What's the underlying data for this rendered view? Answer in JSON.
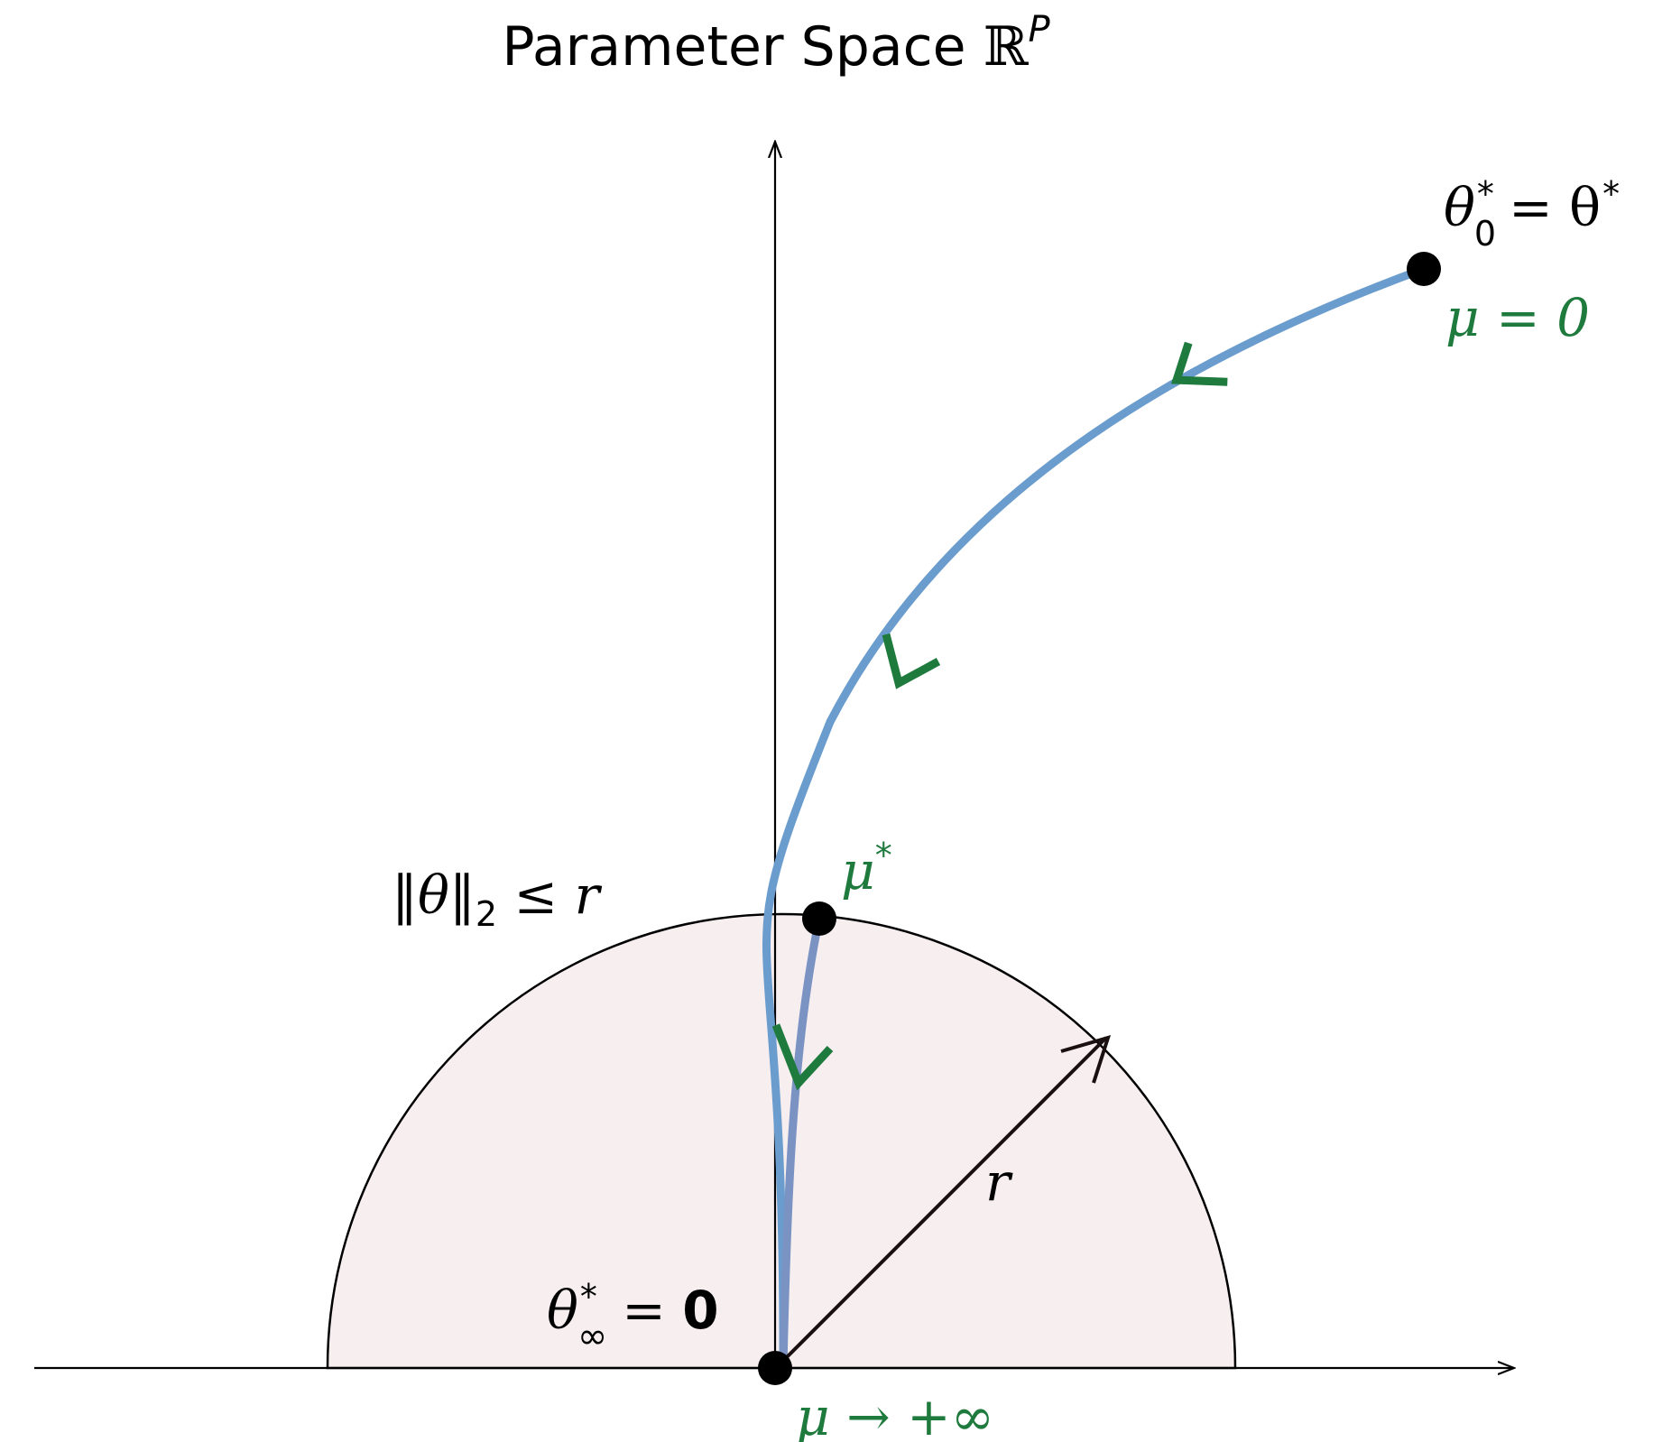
{
  "title": {
    "text": "Parameter Space ",
    "symbol": "ℝ",
    "superscript": "P"
  },
  "colors": {
    "path": "#6a9ccd",
    "path_inner": "#7b93c3",
    "annotation": "#1f7a3d",
    "ball_fill": "#f7eef0",
    "ink": "#000000"
  },
  "labels": {
    "theta_zero": {
      "base": "θ",
      "sub": "0",
      "sup": "*",
      "rhs": "= θ",
      "rhs_sup": "*"
    },
    "mu_zero": "μ = 0",
    "mu_star": {
      "base": "μ",
      "sup": "*"
    },
    "constraint": {
      "left": "‖θ‖",
      "sub": "2",
      "right": " ≤ r"
    },
    "radius": "r",
    "theta_inf": {
      "base": "θ",
      "sub": "∞",
      "sup": "*",
      "rhs": "= ",
      "bold": "0"
    },
    "mu_inf": "μ → +∞"
  },
  "icons": {
    "direction_marker": "chevron-down-icon",
    "point": "filled-circle-icon"
  }
}
